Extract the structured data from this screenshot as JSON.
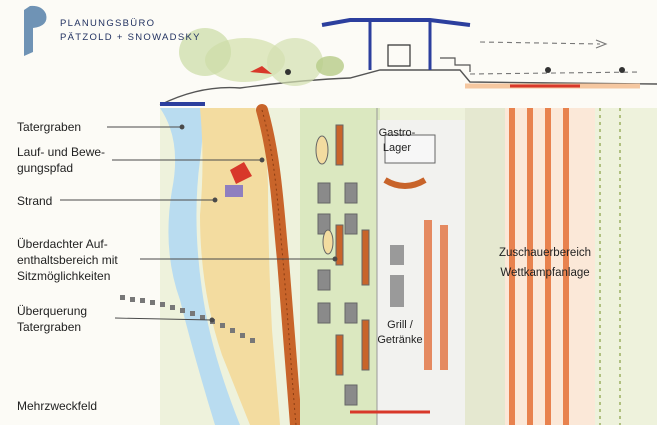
{
  "brand": {
    "line1": "PLANUNGSBÜRO",
    "line2": "PÄTZOLD + SNOWADSKY",
    "logo_color": "#6f93b5",
    "logo_icon": "p-logo-icon"
  },
  "labels": {
    "tatergraben": "Tatergraben",
    "laufpfad": "Lauf- und Bewe-\ngungspfad",
    "strand": "Strand",
    "aufenthalt": "Überdachter Auf-\nenthaltsbereich mit\nSitzmöglichkeiten",
    "ueberquerung": "Überquerung\nTatergraben",
    "mehrzweckfeld": "Mehrzweckfeld"
  },
  "map_labels": {
    "gastro": "Gastro-\nLager",
    "grill": "Grill /\nGetränke",
    "zuschauer": "Zuschauerbereich",
    "wettkampf": "Wettkampfanlage"
  },
  "colors": {
    "water": "#b9dcf0",
    "sand": "#f3dca0",
    "path": "#c8642a",
    "running_track": "#e8824e",
    "roof_structure": "#2c3f9e",
    "meadow": "#c6d6a0",
    "paving": "#dcdcdc",
    "leader_line": "#4a4a4a",
    "red_edge": "#d8382a"
  }
}
